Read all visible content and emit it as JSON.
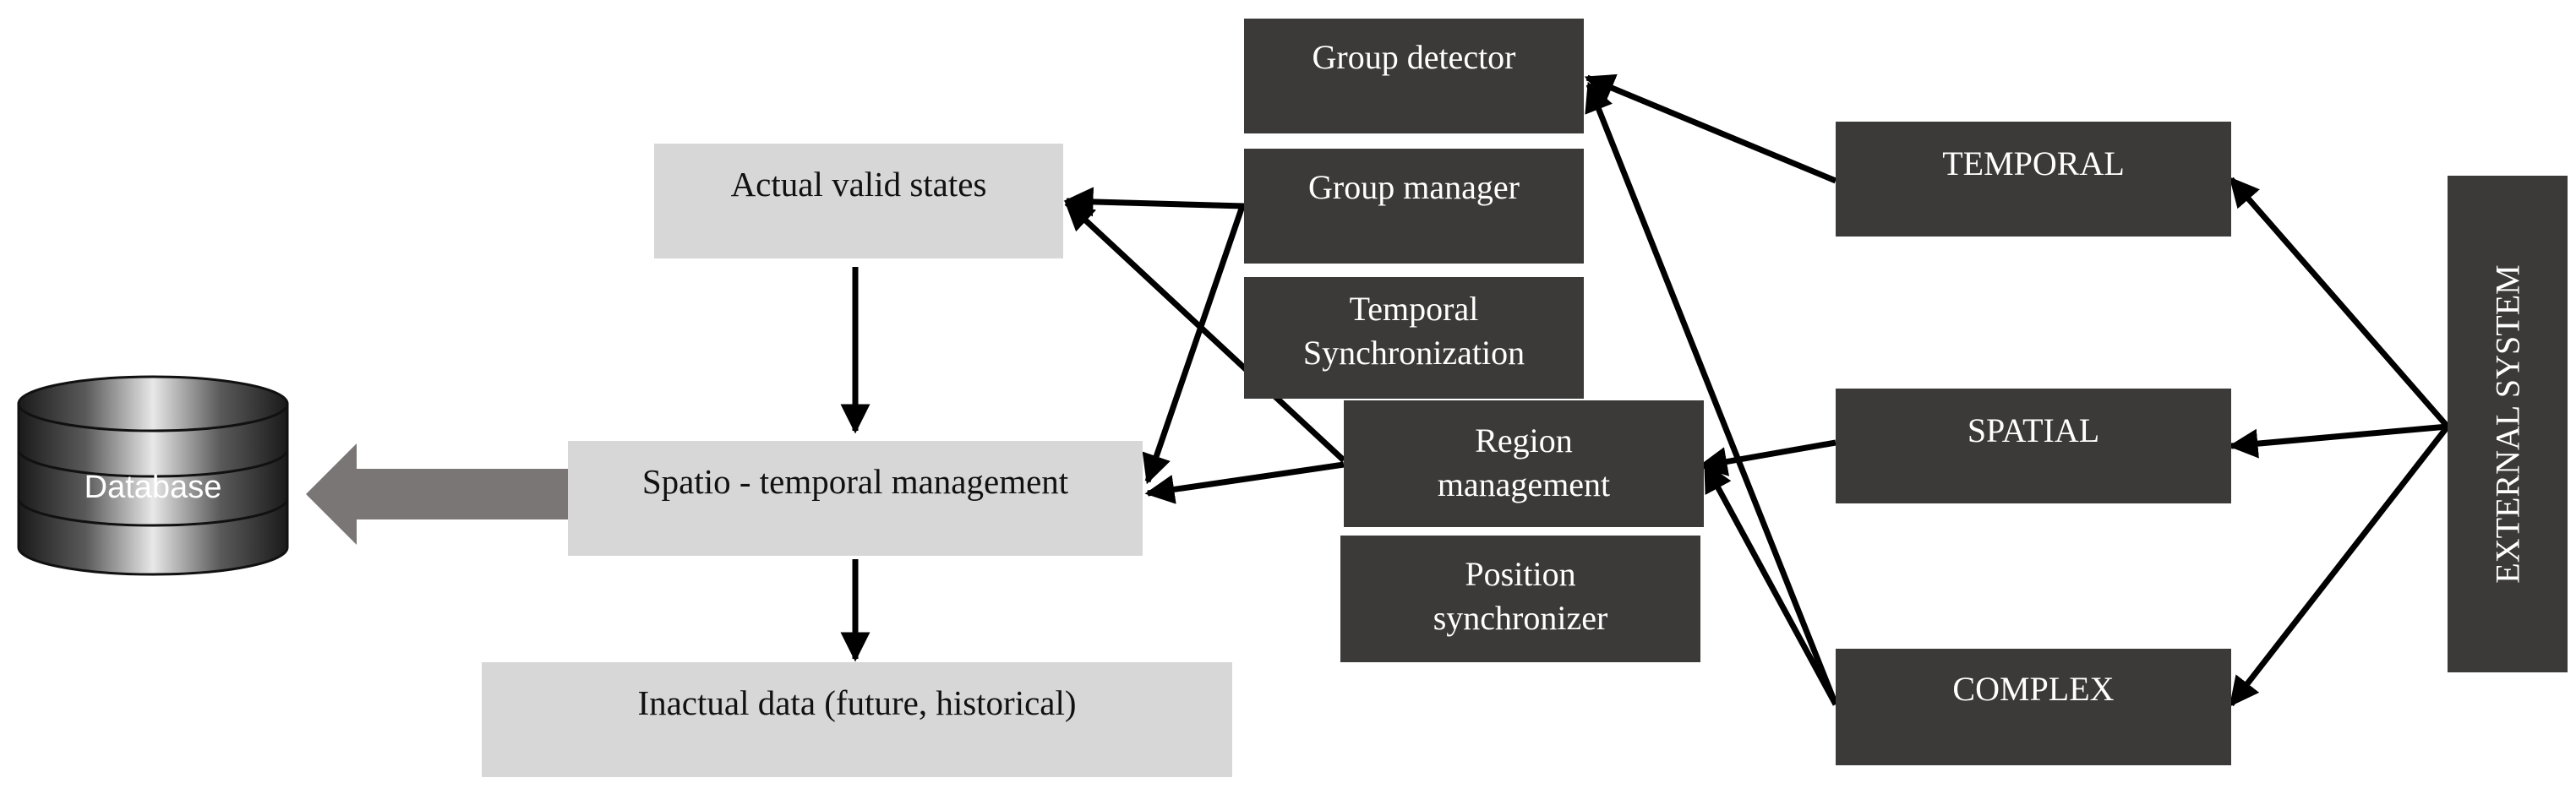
{
  "database": {
    "label": "Database"
  },
  "center": {
    "actual_valid_states": "Actual valid states",
    "spatio_temporal_management": "Spatio - temporal management",
    "inactual_data": "Inactual data (future, historical)"
  },
  "modules": {
    "group_detector": "Group detector",
    "group_manager": "Group manager",
    "temporal_synchronization": "Temporal\nSynchronization",
    "region_management": "Region\nmanagement",
    "position_synchronizer": "Position\nsynchronizer"
  },
  "types": {
    "temporal": "TEMPORAL",
    "spatial": "SPATIAL",
    "complex": "COMPLEX"
  },
  "external_system": "EXTERNAL SYSTEM",
  "colors": {
    "dark_box": "#3b3a39",
    "light_box": "#d7d7d7",
    "big_arrow": "#7a7676",
    "line": "#000000"
  }
}
